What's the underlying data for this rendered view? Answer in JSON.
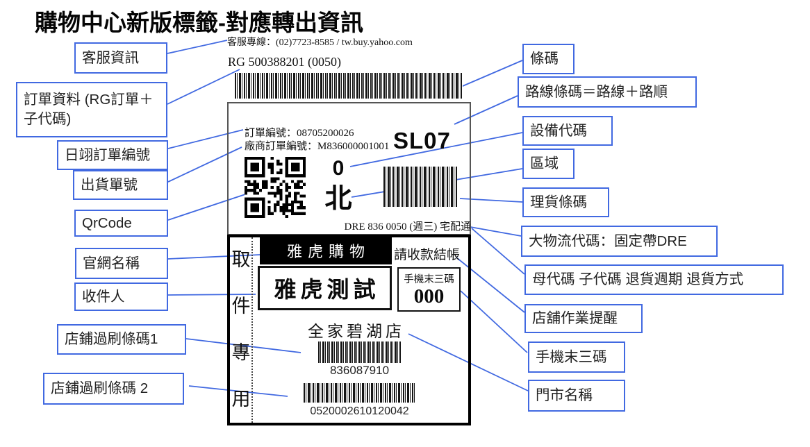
{
  "title": "購物中心新版標籤-對應轉出資訊",
  "colors": {
    "callout_blue": "#4169e1",
    "label_black": "#111111",
    "banner_bg": "#000000",
    "banner_text": "#ffffff"
  },
  "callouts": {
    "left": [
      {
        "label": "客服資訊"
      },
      {
        "label": "訂單資料 (RG訂單＋子代碼)"
      },
      {
        "label": "日翊訂單編號"
      },
      {
        "label": "出貨單號"
      },
      {
        "label": "QrCode"
      },
      {
        "label": "官網名稱"
      },
      {
        "label": "收件人"
      },
      {
        "label": "店鋪過刷條碼1"
      },
      {
        "label": "店鋪過刷條碼 2"
      }
    ],
    "right": [
      {
        "label": "條碼"
      },
      {
        "label": "路線條碼＝路線＋路順"
      },
      {
        "label": "設備代碼"
      },
      {
        "label": "區域"
      },
      {
        "label": "理貨條碼"
      },
      {
        "label": "大物流代碼：固定帶DRE"
      },
      {
        "label": "母代碼 子代碼 退貨週期 退貨方式"
      },
      {
        "label": "店舖作業提醒"
      },
      {
        "label": "手機末三碼"
      },
      {
        "label": "門市名稱"
      }
    ]
  },
  "label": {
    "service_line": "客服專線：(02)7723-8585 / tw.buy.yahoo.com",
    "rg_line": "RG 500388201 (0050)",
    "order_no": "訂單編號：08705200026",
    "vendor_order_no": "廠商訂單編號：M836000001001",
    "route_code": "SL07",
    "device_code": "0",
    "region": "北",
    "logistics_line": "DRE 836 0050 (週三) 宅配通",
    "site_name": "雅虎購物",
    "payment_note": "請收款結帳",
    "recipient": "雅虎測試",
    "phone_label": "手機末三碼",
    "phone_last3": "000",
    "store_name": "全家碧湖店",
    "store_barcode1_text": "836087910",
    "store_barcode2_text": "0520002610120042",
    "pickup_vertical": [
      "取",
      "件",
      "專",
      "用"
    ]
  }
}
